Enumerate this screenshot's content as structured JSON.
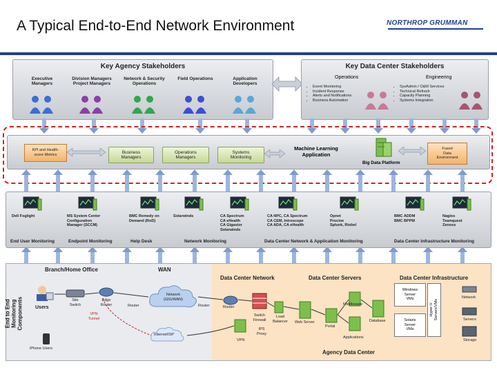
{
  "header": {
    "title": "A Typical End-to-End Network Environment",
    "logo_text": "NORTHROP GRUMMAN",
    "accent_color": "#1f3f8f"
  },
  "agency_stakeholders": {
    "title": "Key Agency Stakeholders",
    "groups": [
      {
        "label": "Executive\nManagers",
        "icon": "people-icon",
        "color": "#3a6fd8"
      },
      {
        "label": "Division Managers\nProject Managers",
        "icon": "people-icon",
        "color": "#8a3fa8"
      },
      {
        "label": "Network & Security\nOperations",
        "icon": "people-icon",
        "color": "#2fa84a"
      },
      {
        "label": "Field Operations",
        "icon": "people-icon",
        "color": "#3a4fd8"
      },
      {
        "label": "Application\nDevelopers",
        "icon": "people-icon",
        "color": "#58a8d8"
      }
    ]
  },
  "datacenter_stakeholders": {
    "title": "Key Data Center Stakeholders",
    "operations": {
      "label": "Operations",
      "items": [
        "Event Monitoring",
        "Incident Response",
        "Alerts and Notifications",
        "Business Automation"
      ]
    },
    "engineering": {
      "label": "Engineering",
      "items": [
        "SysAdmin / O&M Services",
        "Technical Refresh",
        "Capacity Planning",
        "Systems Integration"
      ]
    }
  },
  "ml_band": {
    "kpi": "KPI and Health-\nscore Metrics",
    "business_managers": "Business\nManagers",
    "operations_managers": "Operations\nManagers",
    "systems_monitoring": "Systems\nMonitoring",
    "ml_application": "Machine Learning\nApplication",
    "big_data": "Big Data Platform",
    "fused": "Fused\nData\nEnvironment"
  },
  "monitoring": {
    "categories": [
      {
        "label": "End User Monitoring",
        "tools": "Dell Foglight"
      },
      {
        "label": "Endpoint Monitoring",
        "tools": "MS System Center\nConfiguration\nManager (SCCM)"
      },
      {
        "label": "Help Desk",
        "tools": "BMC Remedy on\nDemand (RoD)"
      },
      {
        "label": "Network Monitoring",
        "tools": "Solarwinds",
        "tools2": "CA Spectrum\nCA eHealth\nCA Gigastor\nSolarwinds"
      },
      {
        "label": "Data Center Network & Application Monitoring",
        "tools": "CA NPC, CA Spectrum\nCA CEM, Introscope\nCA ADA, CA eHealth",
        "tools2": "Opnet\nProcine\nSplunk, Riobel"
      },
      {
        "label": "Data Center Infrastructure Monitoring",
        "tools": "BMC ADDM\nBMC BPPM",
        "tools2": "Nagios\nTeamquest\nZenoss"
      }
    ]
  },
  "infrastructure": {
    "side_label": "End to End\nMonitoring Components",
    "branch": {
      "title": "Branch/Home Office",
      "users": "Users",
      "site_switch": "Site\nSwitch",
      "edge_router": "Edge\nRouter",
      "vpn_tunnel": "VPN\nTunnel",
      "iphone_users": "iPhone Users"
    },
    "wan": {
      "title": "WAN",
      "router_left": "Router",
      "network": "Network\n(GIG/WAN)",
      "router_right": "Router",
      "internet": "Internet/ISP"
    },
    "dc_network": {
      "title": "Data Center Network",
      "router": "Router",
      "switch_firewall": "Switch\nFirewall",
      "ips": "IPS\nProxy",
      "vpn": "VPN",
      "load_balancer": "Load\nBalancer"
    },
    "dc_servers": {
      "title": "Data Center Servers",
      "middleware": "Middleware",
      "web_server": "Web Server",
      "portal": "Portal",
      "database": "Database",
      "applications": "Applications"
    },
    "dc_infra": {
      "title": "Data Center Infrastructure",
      "windows_vms": "Windows\nServer\nVMs",
      "solaris_vms": "Solaris\nServer\nVMs",
      "hypervisor": "Hyper-V\nServers/VMs",
      "network": "Network",
      "servers": "Servers",
      "storage": "Storage"
    },
    "agency_dc": "Agency Data Center"
  }
}
